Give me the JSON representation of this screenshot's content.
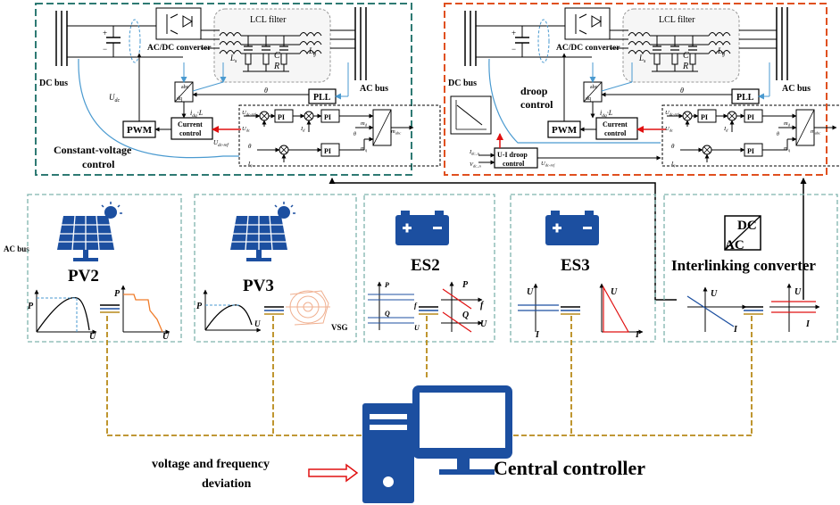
{
  "top_left": {
    "dc_bus": "DC bus",
    "ac_bus": "AC bus",
    "converter": "AC/DC converter",
    "lcl_filter": "LCL filter",
    "udc": "U",
    "udc_sub": "dc",
    "pll": "PLL",
    "pwm": "PWM",
    "current_control_1": "Current",
    "current_control_2": "control",
    "iL": "i",
    "iL_sub": "dq",
    "iL_rest": "·L",
    "udc_ref": "U",
    "udc_ref_sub": "dc-ref",
    "caption_1": "Constant-voltage",
    "caption_2": "control"
  },
  "top_right": {
    "dc_bus": "DC bus",
    "ac_bus": "AC bus",
    "converter": "AC/DC converter",
    "lcl_filter": "LCL filter",
    "pll": "PLL",
    "pwm": "PWM",
    "current_control_1": "Current",
    "current_control_2": "control",
    "iL": "i",
    "iL_sub": "dq",
    "iL_rest": "·L",
    "droop_1": "droop",
    "droop_2": "control",
    "ui_1": "U-I droop",
    "ui_2": "control",
    "idc": "I",
    "idc_sub": "dc_n",
    "vdc": "V",
    "vdc_sub": "dc_n",
    "udc_ref": "U",
    "udc_ref_sub": "dc-ref"
  },
  "inner": {
    "pi": "PI",
    "dq": "dq",
    "abc": "abc",
    "theta": "θ",
    "md": "m",
    "md_sub": "d",
    "mq": "m",
    "mq_sub": "q",
    "mabc": "m",
    "mabc_sub": "abc",
    "id": "I",
    "id_sub": "d",
    "iq": "I",
    "iq_sub": "q",
    "udc_ref": "U",
    "udc_ref_sub": "dc-ref",
    "udc": "U",
    "udc_sub": "dc",
    "ls": "L",
    "ls_sub": "s",
    "lg": "L",
    "lg_sub": "g",
    "c": "C",
    "r": "R"
  },
  "units": {
    "ac_bus": "AC bus",
    "pv2": "PV2",
    "pv3": "PV3",
    "es2": "ES2",
    "es3": "ES3",
    "ilc": "Interlinking converter",
    "dc": "DC",
    "ac": "AC",
    "vsg": "VSG"
  },
  "axes": {
    "P": "P",
    "U": "U",
    "Q": "Q",
    "f": "f",
    "I": "I"
  },
  "bottom": {
    "deviation_1": "voltage and frequency",
    "deviation_2": "deviation",
    "controller": "Central controller"
  },
  "colors": {
    "teal_dash": "#2e7a73",
    "orange_dash": "#e0501f",
    "unit_dash": "#7fb3ad",
    "brown_dash": "#b88a1a",
    "blue_icon": "#1c4fa0",
    "red": "#e01010",
    "caption_blue": "#4a7fa8",
    "orange_curve": "#f07c2a"
  }
}
